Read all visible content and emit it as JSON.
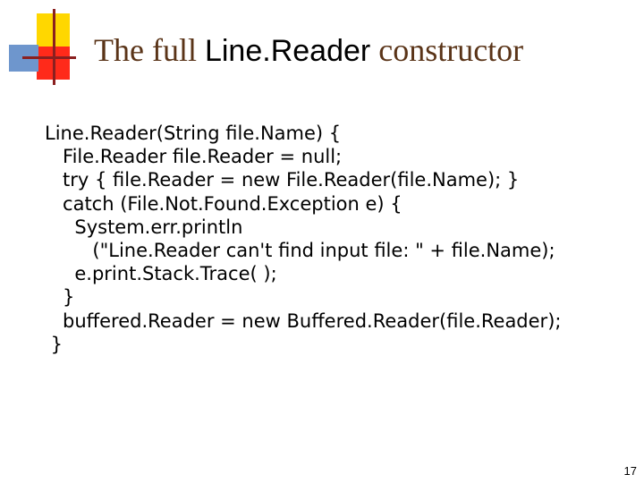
{
  "slide": {
    "title_part1": "The full ",
    "title_part2": "Line.Reader",
    "title_part3": " constructor",
    "code_lines": [
      "Line.Reader(String file.Name) {",
      "   File.Reader file.Reader = null;",
      "   try { file.Reader = new File.Reader(file.Name); }",
      "   catch (File.Not.Found.Exception e) {",
      "     System.err.println",
      "        (\"Line.Reader can't find input file: \" + file.Name);",
      "     e.print.Stack.Trace( );",
      "   }",
      "   buffered.Reader = new Buffered.Reader(file.Reader);",
      " }"
    ],
    "page_number": "17"
  }
}
